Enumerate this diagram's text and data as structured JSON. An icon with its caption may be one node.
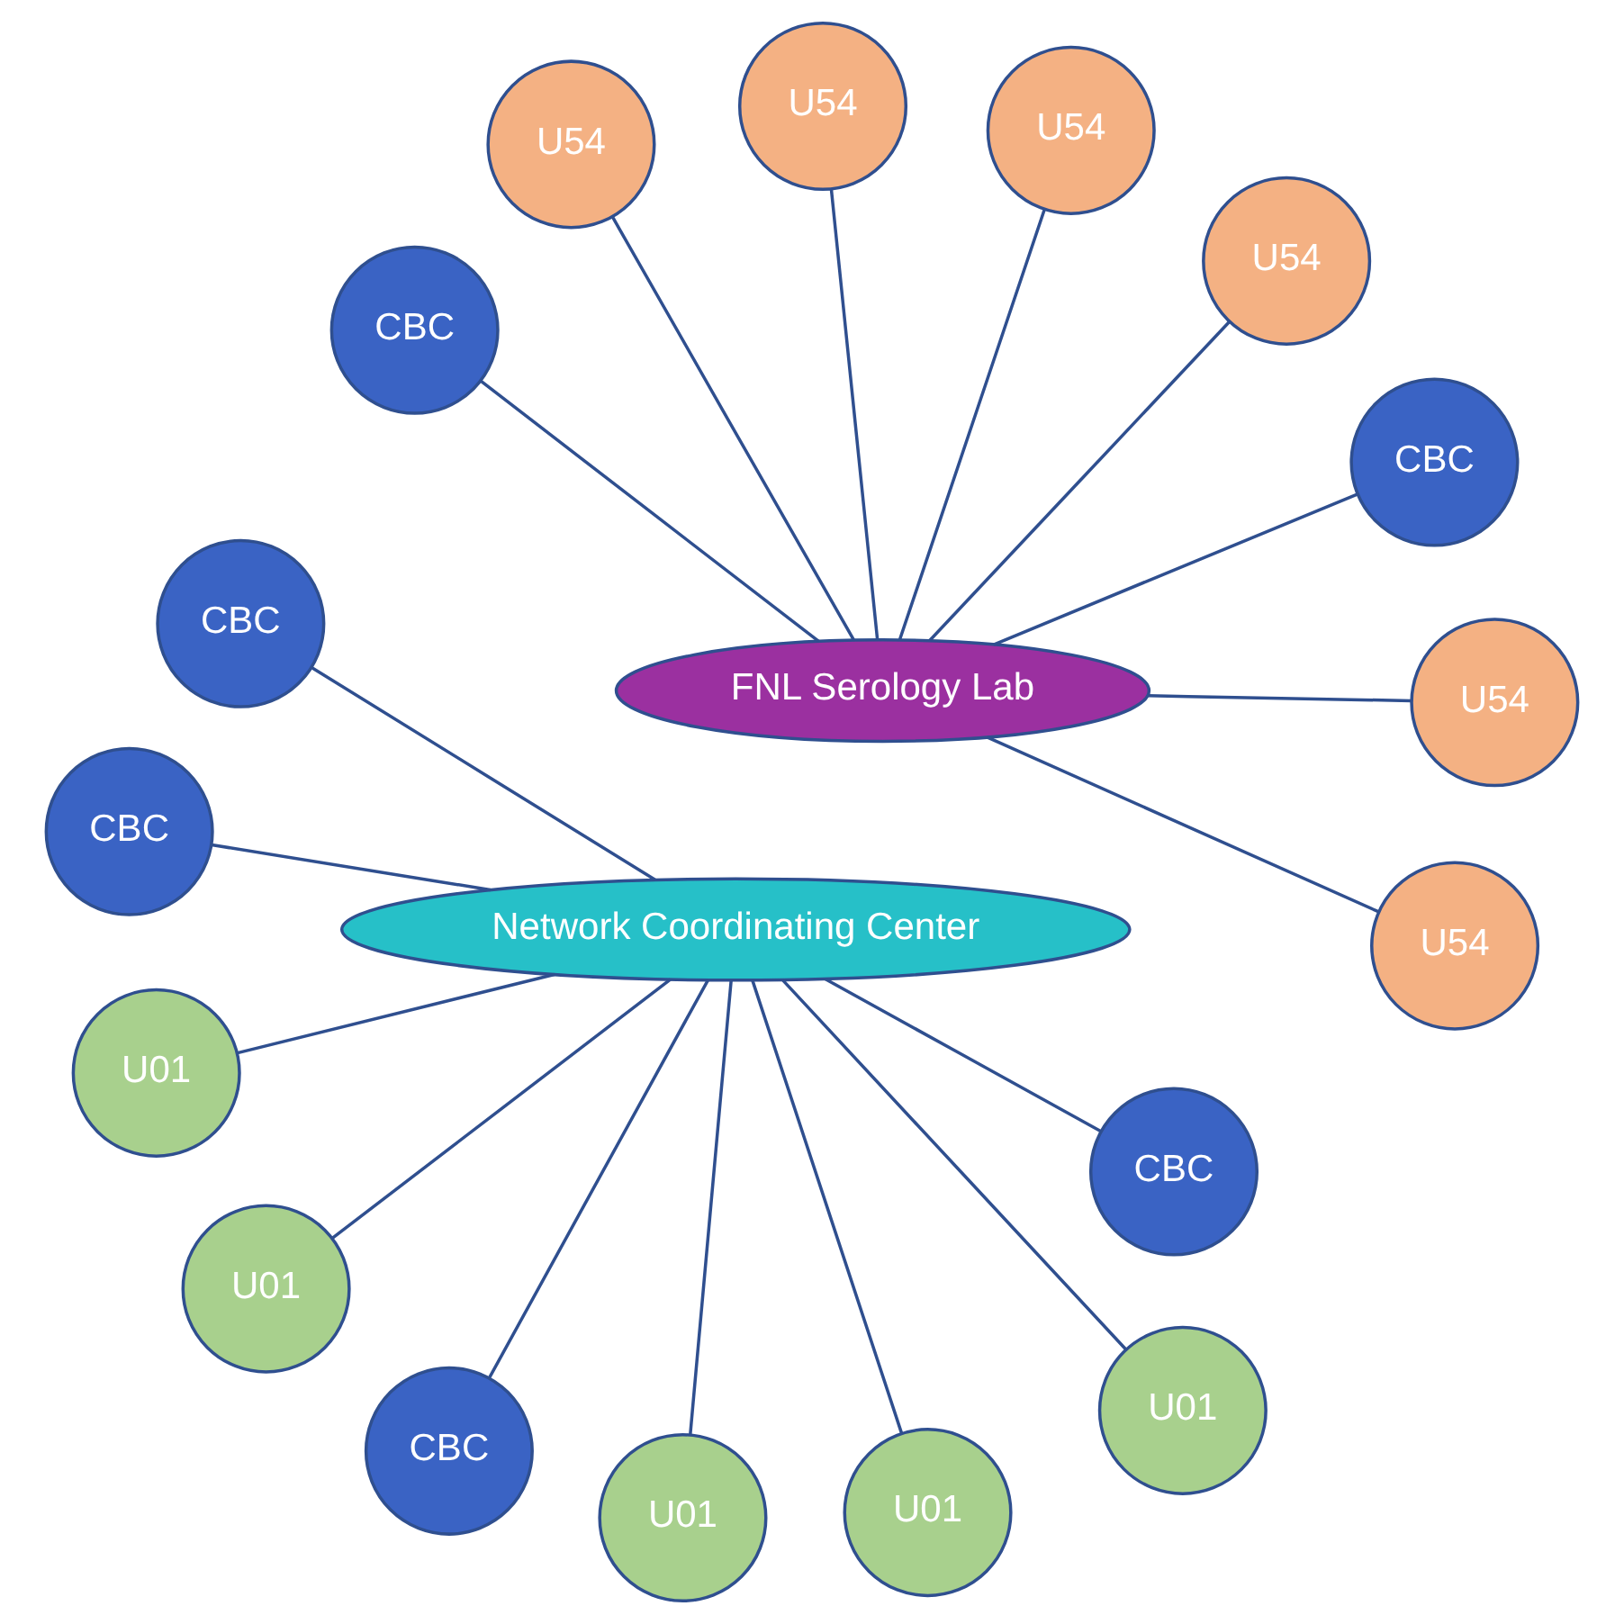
{
  "diagram": {
    "nodes": [
      {
        "text": [
          "Network Coordinating Center"
        ]
      },
      {
        "text": [
          "FNL Serology Lab"
        ]
      },
      {
        "text": [
          "CBC"
        ]
      },
      {
        "text": [
          "CBC"
        ]
      },
      {
        "text": [
          "CBC"
        ]
      },
      {
        "text": [
          "CBC"
        ]
      },
      {
        "text": [
          "CBC"
        ]
      },
      {
        "text": [
          "CBC"
        ]
      },
      {
        "text": [
          "U01"
        ]
      },
      {
        "text": [
          "U01"
        ]
      },
      {
        "text": [
          "U01"
        ]
      },
      {
        "text": [
          "U01"
        ]
      },
      {
        "text": [
          "U01"
        ]
      },
      {
        "text": [
          "U54"
        ]
      },
      {
        "text": [
          "U54"
        ]
      },
      {
        "text": [
          "U54"
        ]
      },
      {
        "text": [
          "U54"
        ]
      },
      {
        "text": [
          "U54"
        ]
      },
      {
        "text": [
          "U54"
        ]
      }
    ],
    "edges": [
      {
        "from": 2,
        "to": 0,
        "arrow": "none"
      },
      {
        "from": 3,
        "to": 0,
        "arrow": "none"
      },
      {
        "from": 4,
        "to": 0,
        "arrow": "none"
      },
      {
        "from": 5,
        "to": 0,
        "arrow": "none"
      },
      {
        "from": 6,
        "to": 1,
        "arrow": "none"
      },
      {
        "from": 7,
        "to": 1,
        "arrow": "none"
      },
      {
        "from": 8,
        "to": 0,
        "arrow": "none"
      },
      {
        "from": 9,
        "to": 0,
        "arrow": "none"
      },
      {
        "from": 10,
        "to": 0,
        "arrow": "none"
      },
      {
        "from": 11,
        "to": 0,
        "arrow": "none"
      },
      {
        "from": 12,
        "to": 0,
        "arrow": "none"
      },
      {
        "from": 13,
        "to": 1,
        "arrow": "none"
      },
      {
        "from": 14,
        "to": 1,
        "arrow": "none"
      },
      {
        "from": 15,
        "to": 1,
        "arrow": "none"
      },
      {
        "from": 16,
        "to": 1,
        "arrow": "none"
      },
      {
        "from": 17,
        "to": 1,
        "arrow": "none"
      },
      {
        "from": 18,
        "to": 1,
        "arrow": "none"
      }
    ]
  }
}
